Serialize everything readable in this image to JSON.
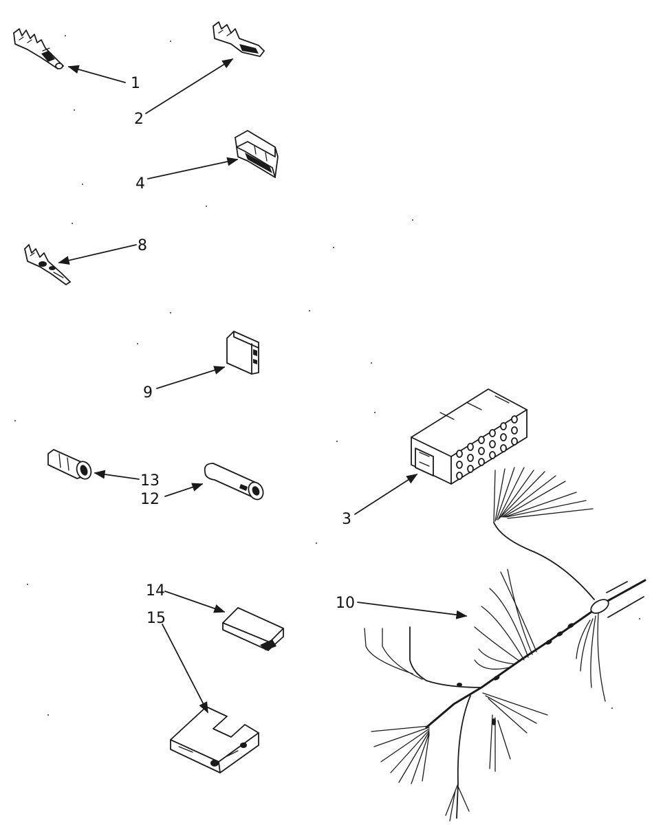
{
  "callouts": {
    "p1": "1",
    "p2": "2",
    "p3": "3",
    "p4": "4",
    "p8": "8",
    "p9": "9",
    "p10": "10",
    "p12": "12",
    "p13": "13",
    "p14": "14",
    "p15": "15"
  }
}
